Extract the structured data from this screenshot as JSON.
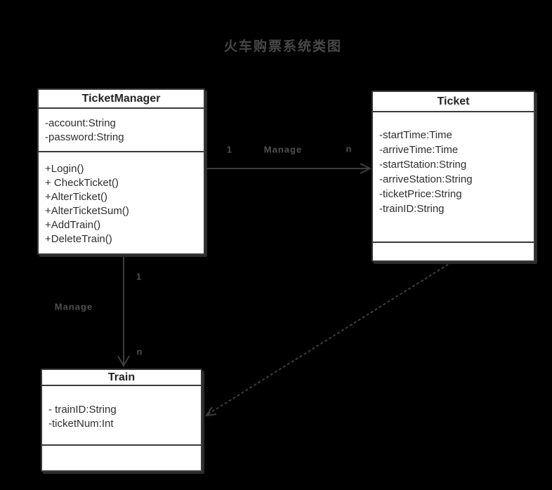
{
  "page": {
    "title": "火车购票系统类图"
  },
  "colors": {
    "background": "#000000",
    "box_fill": "#ffffff",
    "box_border": "#3a3a3a",
    "box_text": "#2e2e2e",
    "line": "#3d3d3d",
    "label_text": "#4f4f4f"
  },
  "classes": [
    {
      "name": "TicketManager",
      "attributes": [
        "-account:String",
        "-password:String"
      ],
      "methods": [
        "+Login()",
        "+ CheckTicket()",
        "+AlterTicket()",
        "+AlterTicketSum()",
        "+AddTrain()",
        "+DeleteTrain()"
      ]
    },
    {
      "name": "Ticket",
      "attributes": [
        "-startTime:Time",
        "-arriveTime:Time",
        "-startStation:String",
        "-arriveStation:String",
        "-ticketPrice:String",
        "-trainID:String"
      ],
      "methods": []
    },
    {
      "name": "Train",
      "attributes": [
        "- trainID:String",
        "-ticketNum:Int"
      ],
      "methods": []
    }
  ],
  "relations": [
    {
      "type": "association",
      "from": "TicketManager",
      "to": "Ticket",
      "label": "Manage",
      "from_multiplicity": "1",
      "to_multiplicity": "n"
    },
    {
      "type": "association",
      "from": "TicketManager",
      "to": "Train",
      "label": "Manage",
      "from_multiplicity": "1",
      "to_multiplicity": "n"
    },
    {
      "type": "dependency",
      "from": "Ticket",
      "to": "Train",
      "label": "",
      "from_multiplicity": "",
      "to_multiplicity": ""
    }
  ]
}
